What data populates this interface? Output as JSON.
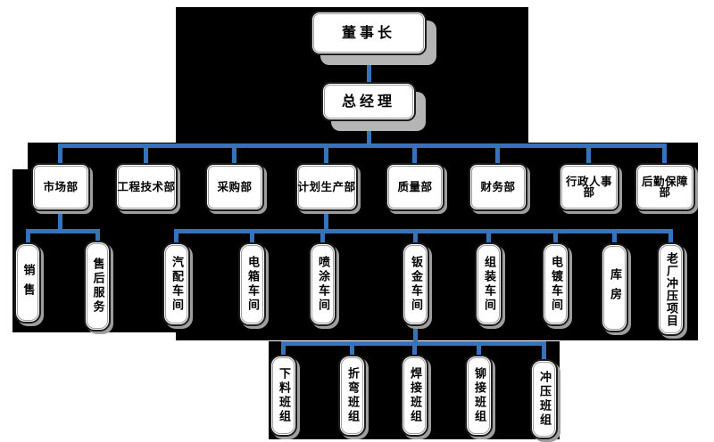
{
  "colors": {
    "connector": "#3573BD",
    "panel": "#000000",
    "node_bg": "#FFFFFF",
    "node_border": "#1C1C1C",
    "node_shadow": "#9E9E9E"
  },
  "org": {
    "chairman": "董事长",
    "general_manager": "总经理",
    "departments": [
      "市场部",
      "工程技术部",
      "采购部",
      "计划生产部",
      "质量部",
      "财务部",
      "行政人事部",
      "后勤保障部"
    ],
    "marketing_children": [
      "销售",
      "售后服务"
    ],
    "production_children": [
      "汽配车间",
      "电箱车间",
      "喷涂车间",
      "钣金车间",
      "组装车间",
      "电镀车间",
      "库房",
      "老厂冲压项目"
    ],
    "sheet_metal_children": [
      "下料班组",
      "折弯班组",
      "焊接班组",
      "铆接班组",
      "冲压班组"
    ]
  }
}
